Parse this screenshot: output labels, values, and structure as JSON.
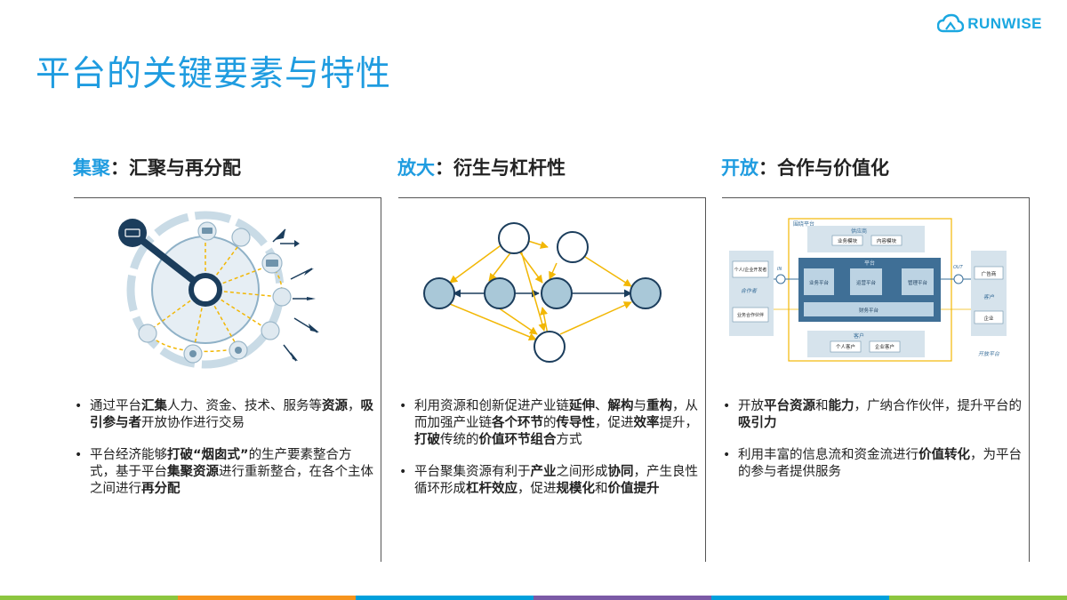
{
  "brand": {
    "name": "RUNWISE"
  },
  "page": {
    "title": "平台的关键要素与特性"
  },
  "sections": [
    {
      "keyword": "集聚",
      "subtitle": "：汇聚与再分配",
      "bullets": [
        [
          {
            "t": "通过平台"
          },
          {
            "t": "汇集",
            "b": true
          },
          {
            "t": "人力、资金、技术、服务等"
          },
          {
            "t": "资源",
            "b": true
          },
          {
            "t": "，"
          },
          {
            "t": "吸引参与者",
            "b": true
          },
          {
            "t": "开放协作进行交易"
          }
        ],
        [
          {
            "t": "平台经济能够"
          },
          {
            "t": "打破“烟囱式”",
            "b": true
          },
          {
            "t": "的生产要素整合方式，基于平台"
          },
          {
            "t": "集聚资源",
            "b": true
          },
          {
            "t": "进行重新整合，在各个主体之间进行"
          },
          {
            "t": "再分配",
            "b": true
          }
        ]
      ]
    },
    {
      "keyword": "放大",
      "subtitle": "：衍生与杠杆性",
      "bullets": [
        [
          {
            "t": "利用资源和创新促进产业链"
          },
          {
            "t": "延伸",
            "b": true
          },
          {
            "t": "、"
          },
          {
            "t": "解构",
            "b": true
          },
          {
            "t": "与"
          },
          {
            "t": "重构",
            "b": true
          },
          {
            "t": "，从而加强产业链"
          },
          {
            "t": "各个环节",
            "b": true
          },
          {
            "t": "的"
          },
          {
            "t": "传导性",
            "b": true
          },
          {
            "t": "，促进"
          },
          {
            "t": "效率",
            "b": true
          },
          {
            "t": "提升，"
          },
          {
            "t": "打破",
            "b": true
          },
          {
            "t": "传统的"
          },
          {
            "t": "价值环节组合",
            "b": true
          },
          {
            "t": "方式"
          }
        ],
        [
          {
            "t": "平台聚集资源有利于"
          },
          {
            "t": "产业",
            "b": true
          },
          {
            "t": "之间形成"
          },
          {
            "t": "协同",
            "b": true
          },
          {
            "t": "，产生良性循环形成"
          },
          {
            "t": "杠杆效应",
            "b": true
          },
          {
            "t": "，促进"
          },
          {
            "t": "规模化",
            "b": true
          },
          {
            "t": "和"
          },
          {
            "t": "价值提升",
            "b": true
          }
        ]
      ]
    },
    {
      "keyword": "开放",
      "subtitle": "：合作与价值化",
      "bullets": [
        [
          {
            "t": "开放"
          },
          {
            "t": "平台资源",
            "b": true
          },
          {
            "t": "和"
          },
          {
            "t": "能力",
            "b": true
          },
          {
            "t": "，广纳合作伙伴，提升平台的"
          },
          {
            "t": "吸引力",
            "b": true
          }
        ],
        [
          {
            "t": "利用丰富的信息流和资金流进行"
          },
          {
            "t": "价值转化",
            "b": true
          },
          {
            "t": "，为平台的参与者提供服务"
          }
        ]
      ]
    }
  ],
  "diagram3": {
    "outer": "围绕平台",
    "supplier": "供应商",
    "biz_show": "业务模块",
    "content_show": "内容模块",
    "platform": "平台",
    "p1": "业务平台",
    "p2": "运营平台",
    "p3": "管理平台",
    "finance": "财务平台",
    "customers": "客户",
    "personal_customer": "个人客户",
    "enterprise_customer": "企业客户",
    "left_box": "个人/企业开发者",
    "partner_label": "合作者",
    "partner_box": "业务合作伙伴",
    "in_label": "IN",
    "out_label": "OUT",
    "ad_box": "广告商",
    "client_label": "客户",
    "enterprise_box": "企业",
    "open_platform": "开放平台"
  },
  "colors": {
    "title": "#1f9ce0",
    "node_fill": "#a9c8d8",
    "node_stroke": "#1b3d5c",
    "arrow_gold": "#f2b705",
    "footer": [
      "#8cc63f",
      "#f7941d",
      "#00a0dc",
      "#7b5aa6",
      "#00a0dc",
      "#8cc63f"
    ]
  }
}
